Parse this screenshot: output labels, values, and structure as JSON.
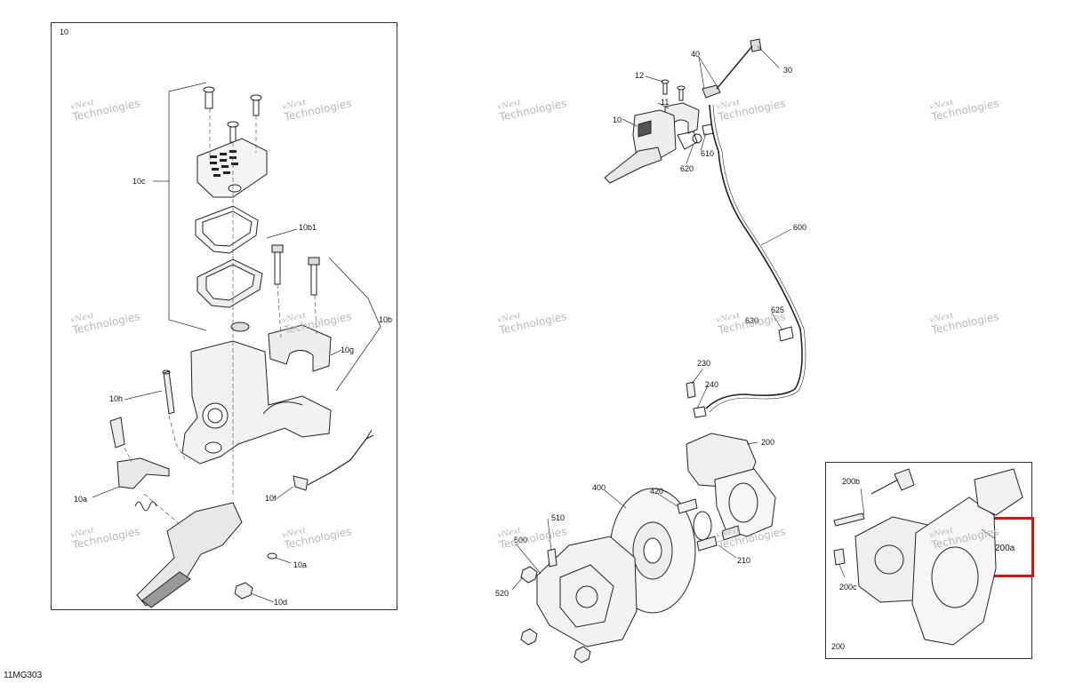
{
  "diagram_id": "11MG303",
  "left_panel": {
    "label": "10"
  },
  "inset_panel": {
    "label": "200"
  },
  "watermark": {
    "line1": "vNext",
    "line2": "Technologies"
  },
  "highlight": {
    "label": "200a",
    "color": "#e01010"
  },
  "callouts": {
    "c10c": "10c",
    "c10b1": "10b1",
    "c10b": "10b",
    "c10g": "10g",
    "c10h": "10h",
    "c10a_1": "10a",
    "c10a_2": "10a",
    "c10f": "10f",
    "c10d": "10d",
    "c12": "12",
    "c40": "40",
    "c30": "30",
    "c11": "11",
    "c10": "10",
    "c620": "620",
    "c610": "610",
    "c600": "600",
    "c625": "625",
    "c630": "630",
    "c230": "230",
    "c240": "240",
    "c200": "200",
    "c400": "400",
    "c420": "420",
    "c510": "510",
    "c500": "500",
    "c520": "520",
    "c210": "210",
    "c200b": "200b",
    "c200c": "200c"
  }
}
